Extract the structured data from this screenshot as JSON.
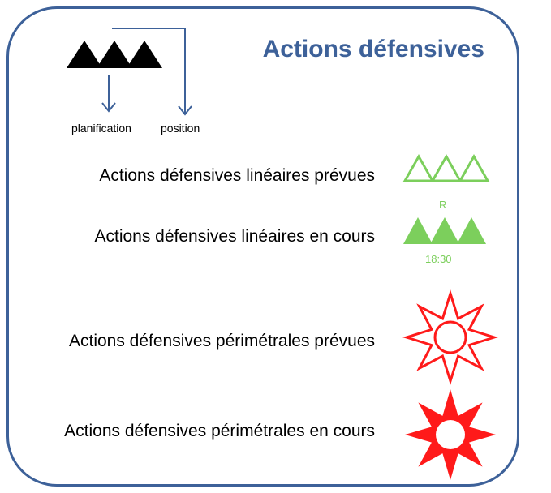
{
  "title": "Actions défensives",
  "legend": {
    "left_label": "planification",
    "right_label": "position"
  },
  "rows": [
    {
      "label": "Actions défensives linéaires prévues",
      "symbol": "green-outline-triangles-icon"
    },
    {
      "label": "Actions défensives linéaires en cours",
      "symbol": "green-filled-triangles-icon"
    },
    {
      "label": "Actions défensives périmétrales prévues",
      "symbol": "red-outline-star-icon"
    },
    {
      "label": "Actions défensives périmétrales en cours",
      "symbol": "red-filled-star-icon"
    }
  ],
  "inline_markers": {
    "top": "R",
    "bottom": "18:30"
  },
  "colors": {
    "frame": "#3d6199",
    "title": "#3d6199",
    "green": "#7ccf5c",
    "red": "#ff1a1a",
    "black": "#000000"
  }
}
